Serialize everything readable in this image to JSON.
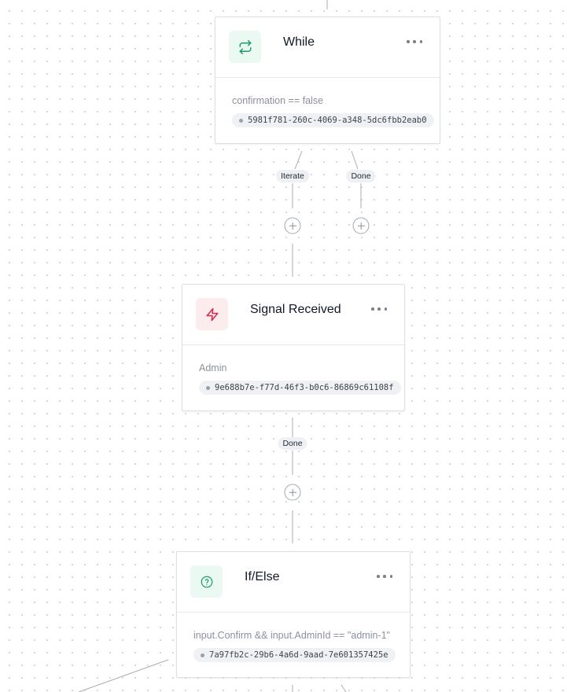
{
  "nodes": {
    "while": {
      "title": "While",
      "condition": "confirmation == false",
      "id": "5981f781-260c-4069-a348-5dc6fbb2eab0",
      "icon": "repeat-icon",
      "accent": "#1f9d6a"
    },
    "signal": {
      "title": "Signal Received",
      "condition": "Admin",
      "id": "9e688b7e-f77d-46f3-b0c6-86869c61108f",
      "icon": "lightning-icon",
      "accent": "#d1294f"
    },
    "ifelse": {
      "title": "If/Else",
      "condition": "input.Confirm && input.AdminId == \"admin-1\"",
      "id": "7a97fb2c-29b6-4a6d-9aad-7e601357425e",
      "icon": "question-circle-icon",
      "accent": "#1f9d6a"
    }
  },
  "edges": {
    "while_iterate": "Iterate",
    "while_done": "Done",
    "signal_done": "Done"
  }
}
